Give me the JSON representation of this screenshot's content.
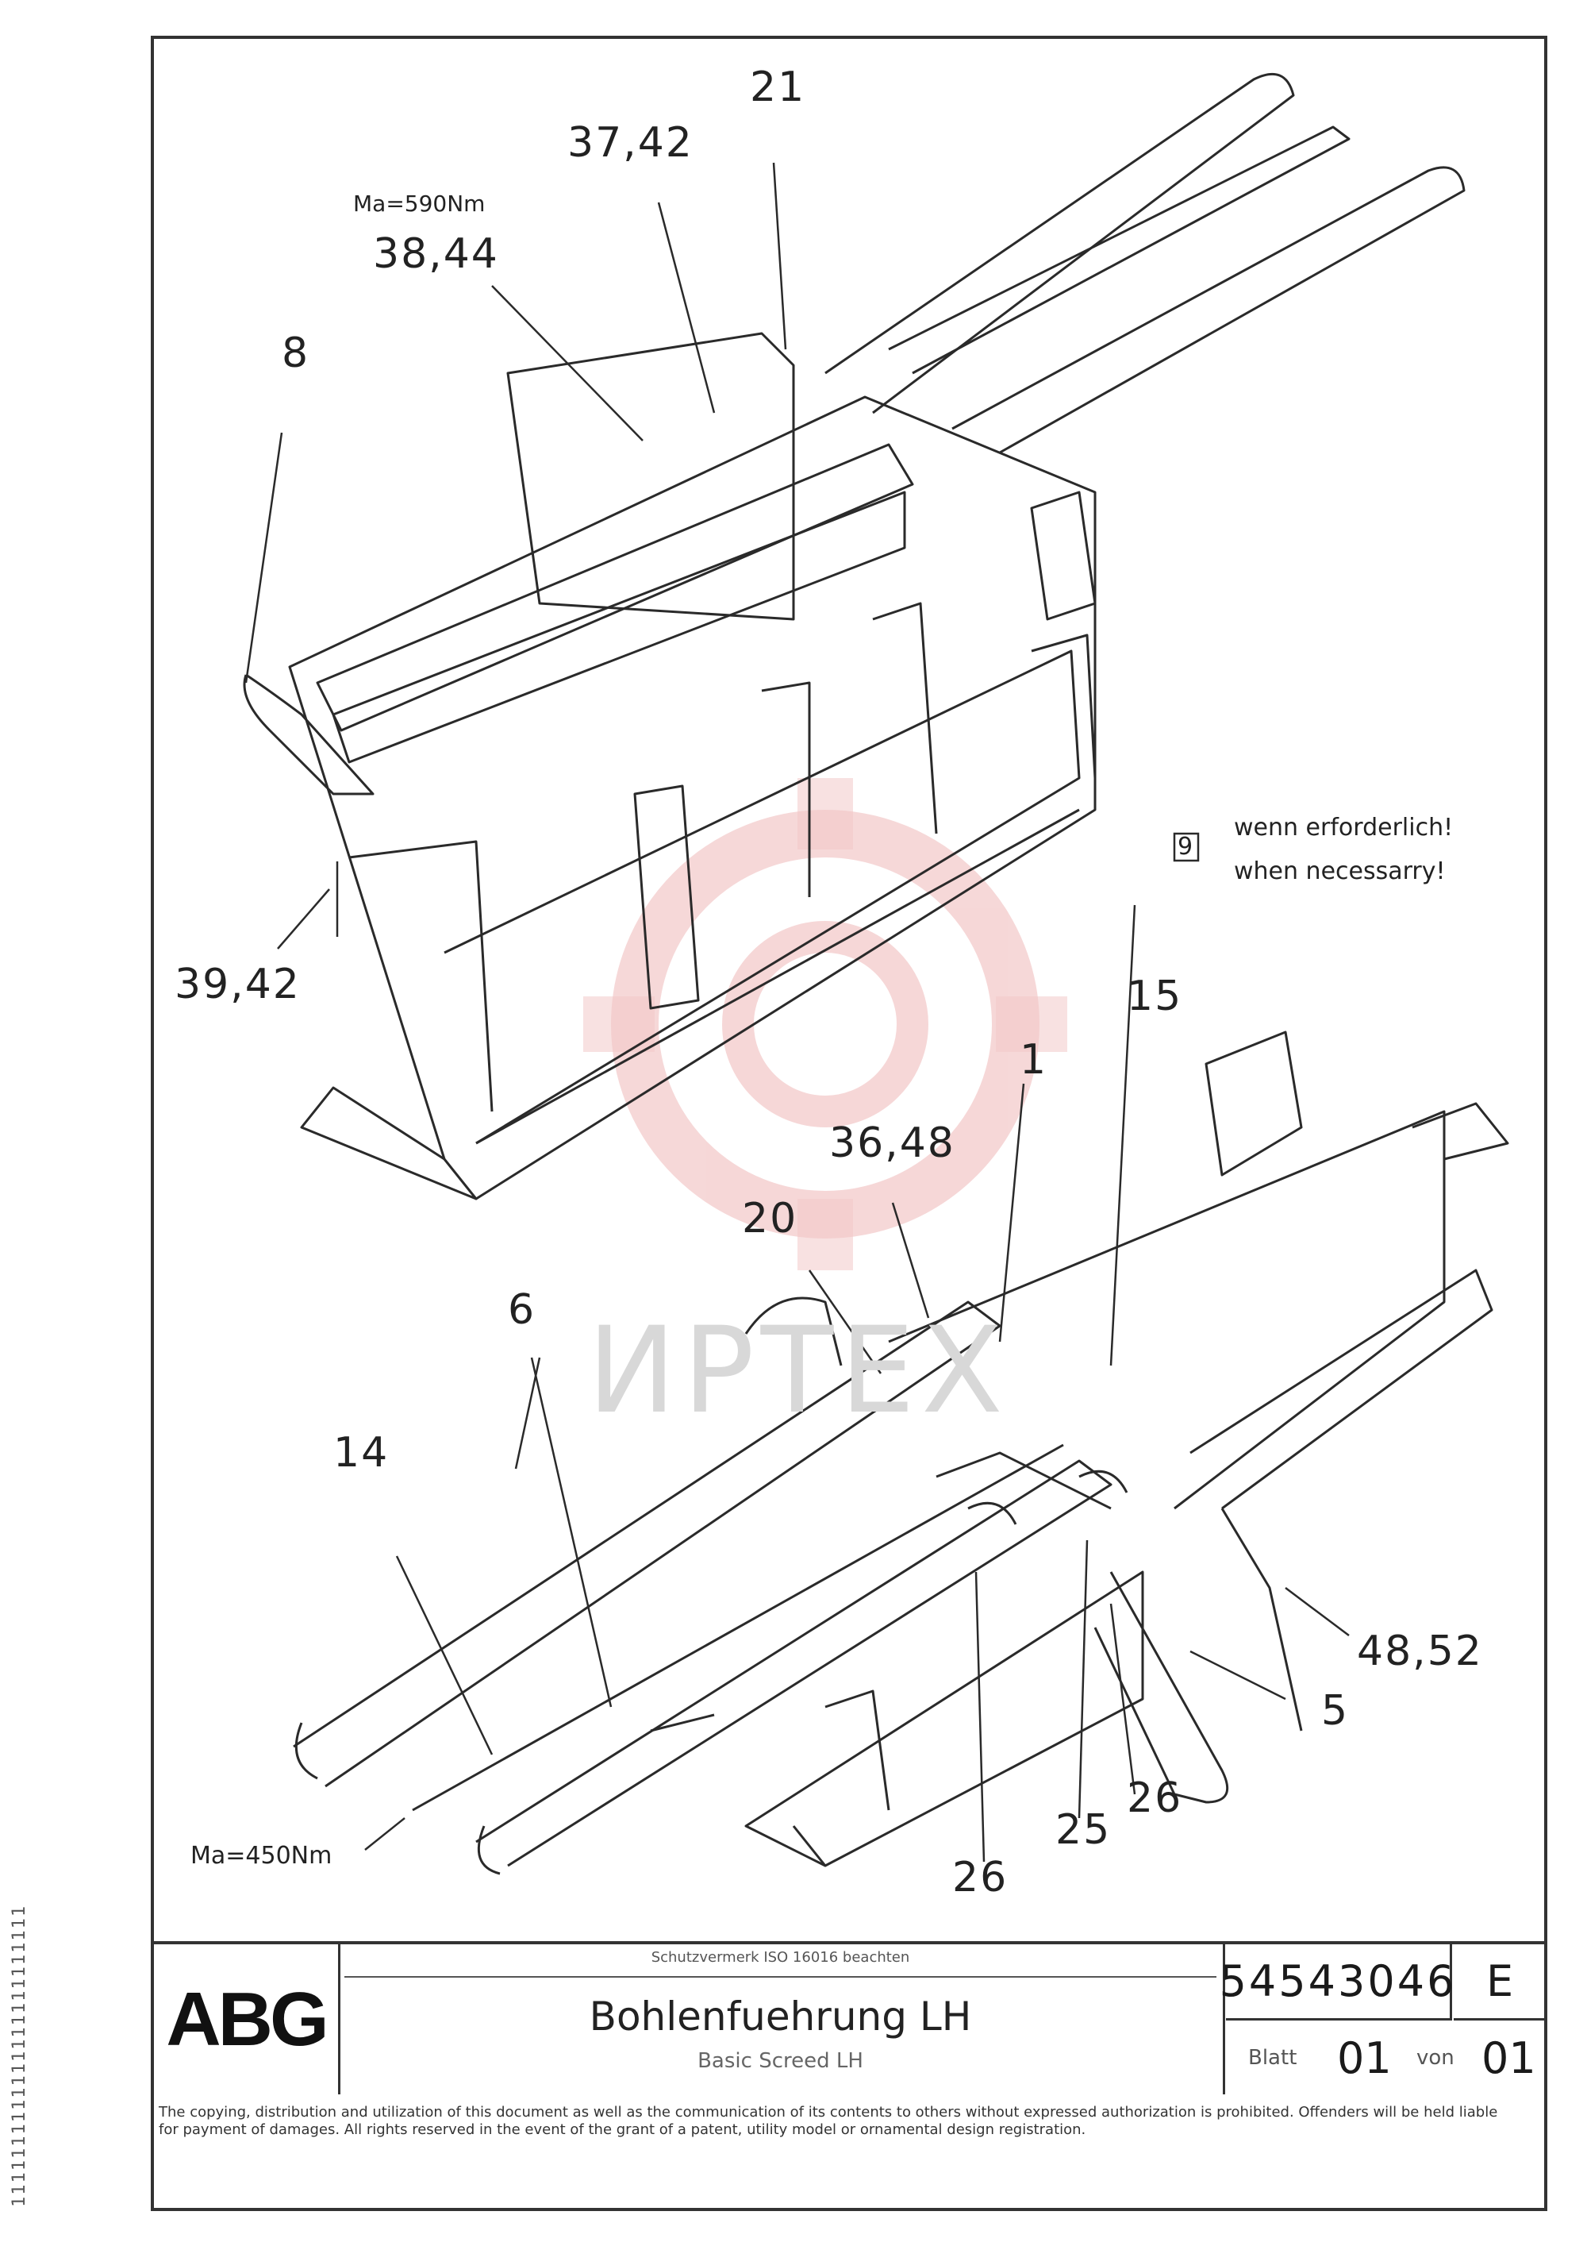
{
  "drawing": {
    "torque_top": "Ma=590Nm",
    "torque_bottom": "Ma=450Nm",
    "callouts": {
      "c21": "21",
      "c3742": "37,42",
      "c3844": "38,44",
      "c8": "8",
      "c3942": "39,42",
      "c15": "15",
      "c1": "1",
      "c3648": "36,48",
      "c20": "20",
      "c6": "6",
      "c14": "14",
      "c4852": "48,52",
      "c5": "5",
      "c25": "25",
      "c26a": "26",
      "c26b": "26"
    },
    "note_box": "9",
    "note_de": "wenn erforderlich!",
    "note_en": "when necessarry!",
    "watermark": "ИРТЕХ",
    "watermark_color": "#e8a0a0"
  },
  "titleblock": {
    "logo": "ABG",
    "small_text": "Schutzvermerk ISO 16016 beachten",
    "title_de": "Bohlenfuehrung LH",
    "title_en": "Basic Screed LH",
    "doc_number": "54543046",
    "revision": "E",
    "sheet_label": "Blatt",
    "sheet_no": "01",
    "of_label": "von",
    "sheet_total": "01"
  },
  "footer": {
    "notice": "The copying, distribution and utilization of this document as well as the communication of its contents to others without expressed authorization is prohibited. Offenders will be held liable for payment of damages. All rights reserved in the event of the grant of a patent, utility model or ornamental design registration."
  },
  "side_code": "1111111111111111111111111"
}
